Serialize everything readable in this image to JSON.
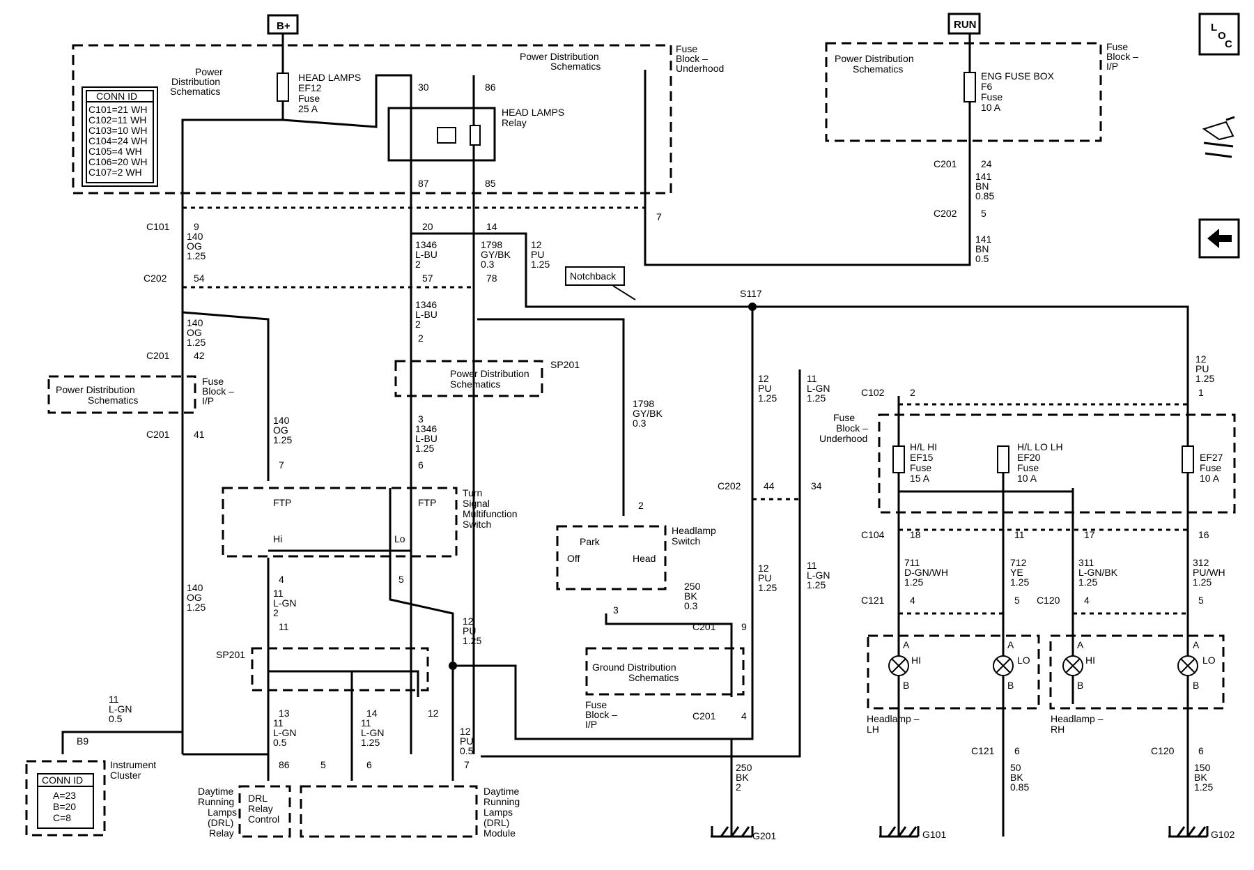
{
  "power": {
    "bplus": "B+",
    "run": "RUN"
  },
  "nav": {
    "loc_l": "L",
    "loc_o": "O",
    "loc_c": "C"
  },
  "conn_id_top": {
    "title": "CONN ID",
    "rows": [
      "C101=21 WH",
      "C102=11 WH",
      "C103=10 WH",
      "C104=24 WH",
      "C105=4 WH",
      "C106=20 WH",
      "C107=2 WH"
    ]
  },
  "conn_id_cluster": {
    "title": "CONN ID",
    "rows": [
      "A=23",
      "B=20",
      "C=8"
    ]
  },
  "labels": {
    "power_dist_1": [
      "Power",
      "Distribution",
      "Schematics"
    ],
    "power_dist_2": [
      "Power Distribution",
      "Schematics"
    ],
    "power_dist_3": [
      "Power Distribution",
      "Schematics"
    ],
    "power_dist_4": [
      "Power Distribution",
      "Schematics"
    ],
    "power_dist_5": [
      "Power Distribution",
      "Schematics"
    ],
    "ground_dist": [
      "Ground Distribution",
      "Schematics"
    ],
    "fuse_block_underhood": [
      "Fuse",
      "Block –",
      "Underhood"
    ],
    "fuse_block_ip": [
      "Fuse",
      "Block –",
      "I/P"
    ],
    "fuse_block_ip_2": [
      "Fuse",
      "Block –",
      "I/P"
    ],
    "fuse_block_ip_3": [
      "Fuse",
      "Block –",
      "I/P"
    ],
    "fuse_block_underhood_2": [
      "Fuse",
      "Block –",
      "Underhood"
    ],
    "head_lamps_fuse": [
      "HEAD LAMPS",
      "EF12",
      "Fuse",
      "25 A"
    ],
    "head_lamps_relay": [
      "HEAD LAMPS",
      "Relay"
    ],
    "eng_fuse_box": [
      "ENG FUSE BOX",
      "F6",
      "Fuse",
      "10 A"
    ],
    "hl_hi_fuse": [
      "H/L HI",
      "EF15",
      "Fuse",
      "15 A"
    ],
    "hl_lo_fuse": [
      "H/L LO LH",
      "EF20",
      "Fuse",
      "10 A"
    ],
    "ef27_fuse": [
      "EF27",
      "Fuse",
      "10 A"
    ],
    "turn_signal_switch": [
      "Turn",
      "Signal",
      "Multifunction",
      "Switch"
    ],
    "headlamp_switch": [
      "Headlamp",
      "Switch"
    ],
    "park": "Park",
    "off": "Off",
    "head": "Head",
    "ftp": "FTP",
    "hi": "Hi",
    "lo": "Lo",
    "notchback": "Notchback",
    "s117": "S117",
    "sp201": "SP201",
    "instrument_cluster": [
      "Instrument",
      "Cluster"
    ],
    "drl_relay": [
      "Daytime",
      "Running",
      "Lamps",
      "(DRL)",
      "Relay"
    ],
    "drl_relay_control": [
      "DRL",
      "Relay",
      "Control"
    ],
    "drl_module": [
      "Daytime",
      "Running",
      "Lamps",
      "(DRL)",
      "Module"
    ],
    "headlamp_lh": [
      "Headlamp –",
      "LH"
    ],
    "headlamp_rh": [
      "Headlamp –",
      "RH"
    ],
    "lamp_a": "A",
    "lamp_b": "B",
    "lamp_hi": "HI",
    "lamp_lo": "LO",
    "g201": "G201",
    "g101": "G101",
    "g102": "G102"
  },
  "wires": {
    "w140_og": [
      "140",
      "OG",
      "1.25"
    ],
    "w1346_lbu_2": [
      "1346",
      "L-BU",
      "2"
    ],
    "w1798_gybk": [
      "1798",
      "GY/BK",
      "0.3"
    ],
    "w12_pu": [
      "12",
      "PU",
      "1.25"
    ],
    "w141_bn_085": [
      "141",
      "BN",
      "0.85"
    ],
    "w141_bn_05": [
      "141",
      "BN",
      "0.5"
    ],
    "w11_lgn_2": [
      "11",
      "L-GN",
      "2"
    ],
    "w11_lgn_05": [
      "11",
      "L-GN",
      "0.5"
    ],
    "w11_lgn_125": [
      "11",
      "L-GN",
      "1.25"
    ],
    "w12_pu_05": [
      "12",
      "PU",
      "0.5"
    ],
    "w250_bk_03": [
      "250",
      "BK",
      "0.3"
    ],
    "w250_bk_2": [
      "250",
      "BK",
      "2"
    ],
    "w1346_lbu_125": [
      "1346",
      "L-BU",
      "1.25"
    ],
    "w711": [
      "711",
      "D-GN/WH",
      "1.25"
    ],
    "w712": [
      "712",
      "YE",
      "1.25"
    ],
    "w311": [
      "311",
      "L-GN/BK",
      "1.25"
    ],
    "w312": [
      "312",
      "PU/WH",
      "1.25"
    ],
    "w50_bk": [
      "50",
      "BK",
      "0.85"
    ],
    "w150_bk": [
      "150",
      "BK",
      "1.25"
    ]
  },
  "connectors": {
    "c101": "C101",
    "c202": "C202",
    "c201": "C201",
    "c102": "C102",
    "c104": "C104",
    "c121": "C121",
    "c120": "C120",
    "b9": "B9"
  },
  "pins": {
    "p30": "30",
    "p86": "86",
    "p87": "87",
    "p85": "85",
    "p9": "9",
    "p20": "20",
    "p14": "14",
    "p7": "7",
    "p54": "54",
    "p57": "57",
    "p78": "78",
    "p42": "42",
    "p41": "41",
    "p2": "2",
    "p3": "3",
    "p6": "6",
    "p4": "4",
    "p5": "5",
    "p11": "11",
    "p13": "13",
    "p12": "12",
    "p86b": "86",
    "p44": "44",
    "p34": "34",
    "p24": "24",
    "p5b": "5",
    "p18": "18",
    "p17": "17",
    "p16": "16",
    "p1": "1"
  }
}
